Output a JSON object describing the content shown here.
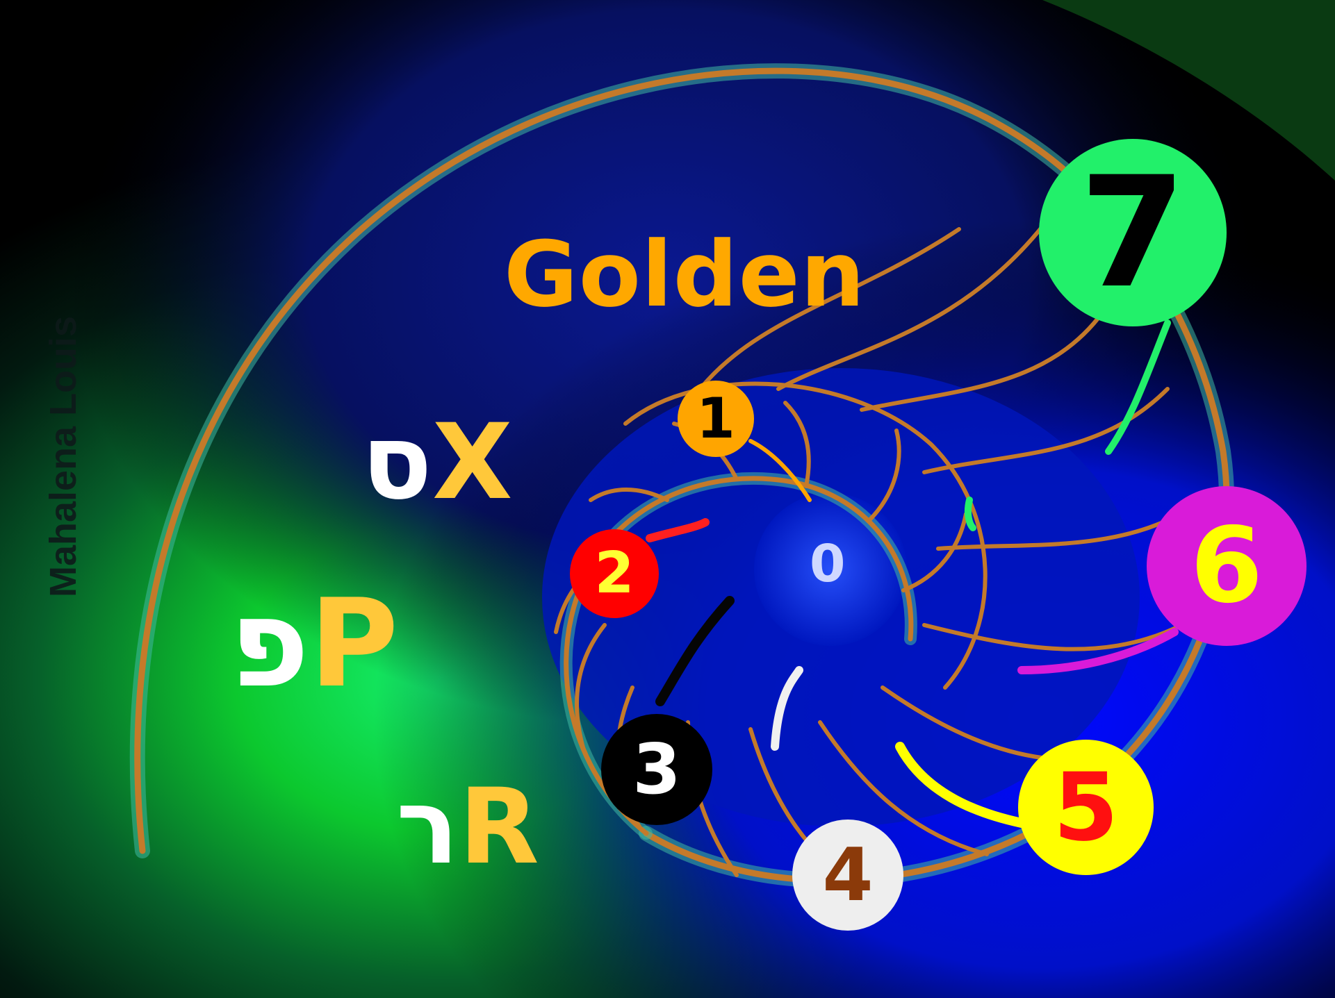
{
  "title": "Golden",
  "watermark": "Mahalena Louis",
  "center_label": "0",
  "letter_pairs": [
    {
      "hebrew": "ס",
      "latin": "X"
    },
    {
      "hebrew": "פ",
      "latin": "P"
    },
    {
      "hebrew": "ר",
      "latin": "R"
    }
  ],
  "badges": [
    {
      "label": "1",
      "fill": "#ffa500",
      "text_color": "#000000"
    },
    {
      "label": "2",
      "fill": "#ff0000",
      "text_color": "#ffff33"
    },
    {
      "label": "3",
      "fill": "#000000",
      "text_color": "#ffffff"
    },
    {
      "label": "4",
      "fill": "#eeeeee",
      "text_color": "#8b3a0a"
    },
    {
      "label": "5",
      "fill": "#ffff00",
      "text_color": "#ff1010"
    },
    {
      "label": "6",
      "fill": "#d91bd9",
      "text_color": "#ffff00"
    },
    {
      "label": "7",
      "fill": "#22f06a",
      "text_color": "#000000"
    }
  ],
  "colors": {
    "title": "#ffa800",
    "latin_letters": "#ffc83a",
    "hebrew_letters": "#ffffff",
    "shell_line": "#c47a2a",
    "shell_glow": "#3fb8a0",
    "center_label": "#cfd8ff"
  }
}
